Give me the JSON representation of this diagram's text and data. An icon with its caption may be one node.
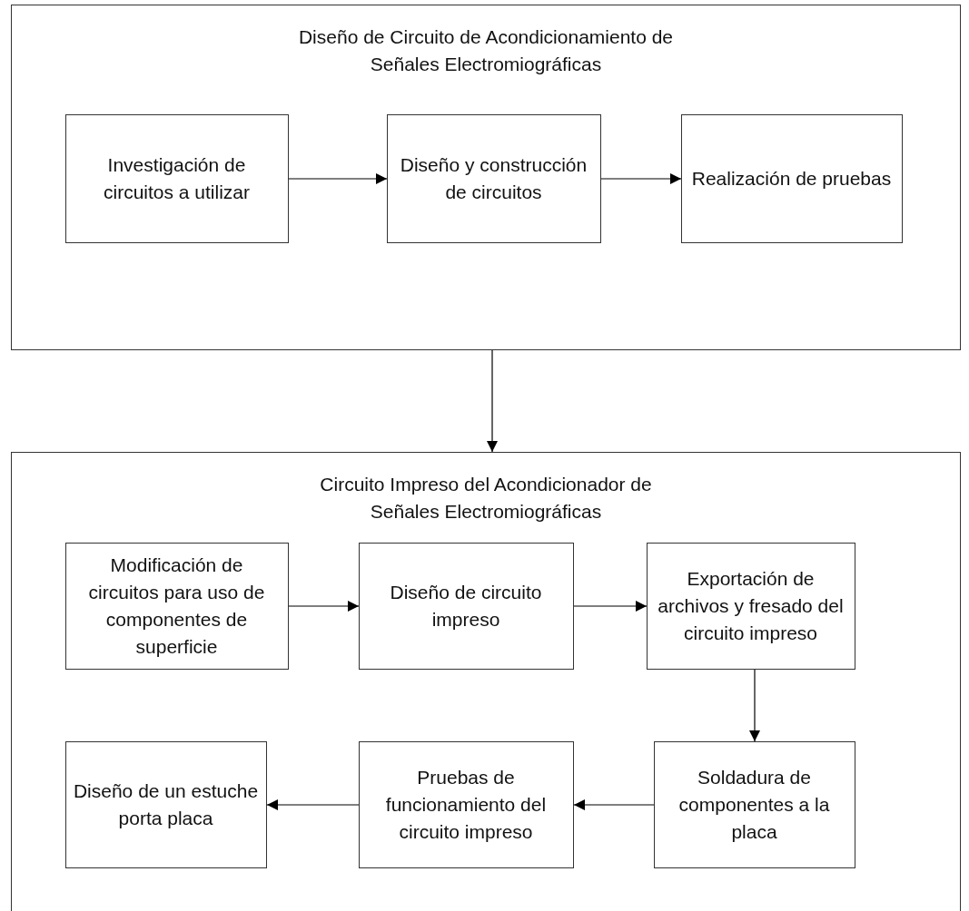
{
  "diagram": {
    "nodes": [
      {
        "text": [
          "Diseño de Circuito de Acondicionamiento de Señales Electromiográficas"
        ]
      },
      {
        "text": [
          "Investigación de circuitos a utilizar"
        ],
        "in": 0
      },
      {
        "text": [
          "Diseño y construcción de circuitos"
        ],
        "in": 0
      },
      {
        "text": [
          "Realización de pruebas"
        ],
        "in": 0
      },
      {
        "text": [
          "Circuito Impreso del Acondicionador de Señales Electromiográficas"
        ]
      },
      {
        "text": [
          "Modificación de circuitos para uso de componentes de superficie"
        ],
        "in": 4
      },
      {
        "text": [
          "Diseño de circuito impreso"
        ],
        "in": 4
      },
      {
        "text": [
          "Exportación de archivos y fresado del circuito impreso"
        ],
        "in": 4
      },
      {
        "text": [
          "Diseño de un estuche porta placa"
        ],
        "in": 4
      },
      {
        "text": [
          "Pruebas de funcionamiento del circuito impreso"
        ],
        "in": 4
      },
      {
        "text": [
          "Soldadura de componentes a la placa"
        ],
        "in": 4
      }
    ],
    "edges": [
      {
        "from": 1,
        "to": 2,
        "arrow": "to"
      },
      {
        "from": 2,
        "to": 3,
        "arrow": "to"
      },
      {
        "from": 0,
        "to": 4,
        "arrow": "to"
      },
      {
        "from": 5,
        "to": 6,
        "arrow": "to"
      },
      {
        "from": 6,
        "to": 7,
        "arrow": "to"
      },
      {
        "from": 7,
        "to": 10,
        "arrow": "to"
      },
      {
        "from": 10,
        "to": 9,
        "arrow": "to"
      },
      {
        "from": 9,
        "to": 8,
        "arrow": "to"
      }
    ]
  }
}
